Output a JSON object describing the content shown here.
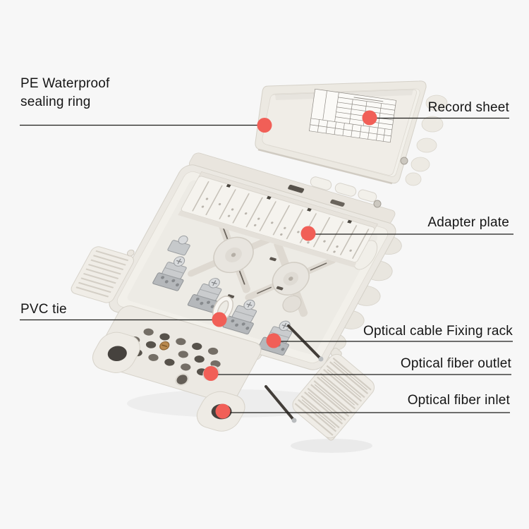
{
  "page": {
    "background": "#f7f7f7"
  },
  "figure": {
    "marker_color": "#f15f57",
    "callout_line_color": "#1d1d1b",
    "label_text_color": "#151515"
  },
  "callouts": [
    {
      "id": "pe-waterproof-sealing-ring",
      "label": "PE Waterproof\nsealing ring",
      "side": "left"
    },
    {
      "id": "record-sheet",
      "label": "Record sheet",
      "side": "right"
    },
    {
      "id": "adapter-plate",
      "label": "Adapter plate",
      "side": "right"
    },
    {
      "id": "pvc-tie",
      "label": "PVC tie",
      "side": "left"
    },
    {
      "id": "optical-cable-fixing-rack",
      "label": "Optical cable Fixing rack",
      "side": "right"
    },
    {
      "id": "optical-fiber-outlet",
      "label": "Optical fiber outlet",
      "side": "right"
    },
    {
      "id": "optical-fiber-inlet",
      "label": "Optical fiber inlet",
      "side": "right"
    }
  ]
}
